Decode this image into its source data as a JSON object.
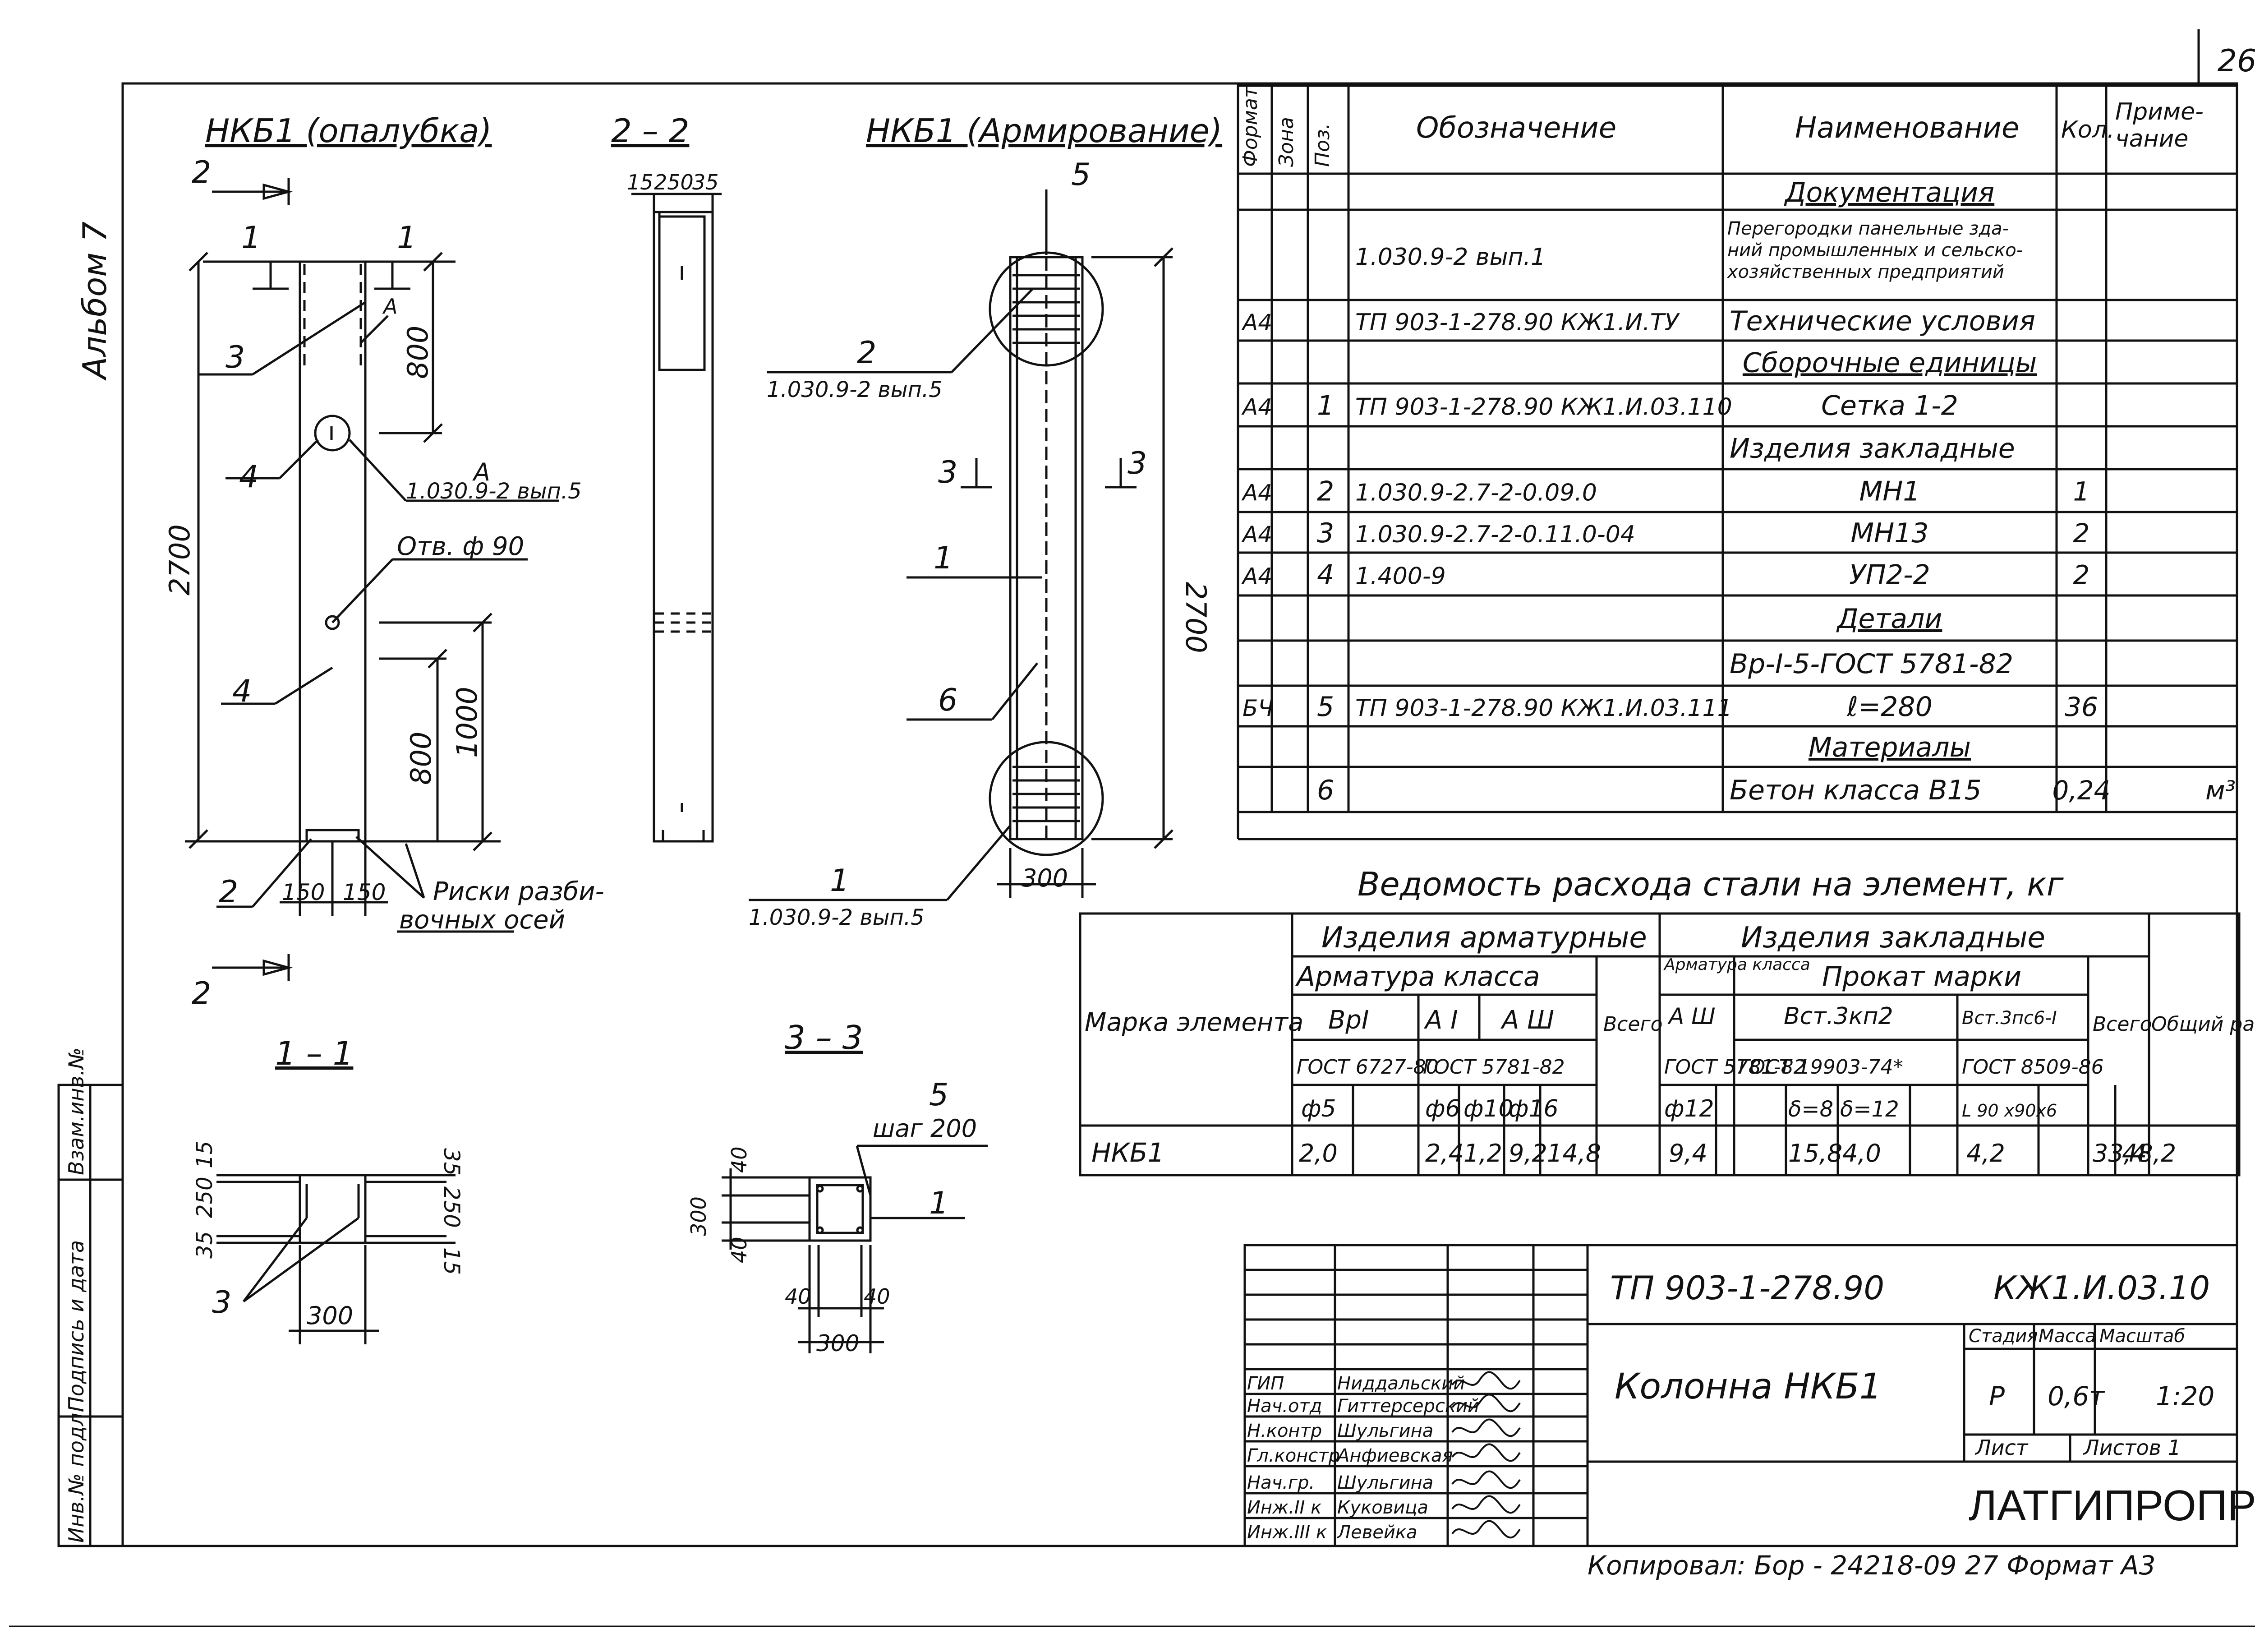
{
  "page_number": "26",
  "album": "Альбом 7",
  "views": {
    "formwork_title": "НКБ1 (опалубка)",
    "section22_title": "2  –  2",
    "reinforcement_title": "НКБ1 (Армирование)",
    "section11_title": "1 – 1",
    "section33_title": "3 – 3"
  },
  "formwork": {
    "cut2": "2",
    "cut1": "1",
    "height": "2700",
    "dim800_top": "800",
    "dim800": "800",
    "dim1000": "1000",
    "dim150a": "150",
    "dim150b": "150",
    "label_A": "А",
    "pos3": "3",
    "pos4a": "4",
    "pos4b": "4",
    "pos2": "2",
    "ref_A_letter": "А",
    "ref_A": "1.030.9-2 вып.5",
    "hole": "Отв. ф 90",
    "marks1": "Риски разби-",
    "marks2": "вочных осей"
  },
  "section22": {
    "d15": "15",
    "d250": "250",
    "d35": "35"
  },
  "reinforcement": {
    "pos5": "5",
    "pos2": "2",
    "ref2": "1.030.9-2 вып.5",
    "cut3a": "3",
    "cut3b": "3",
    "pos1a": "1",
    "pos6": "6",
    "height": "2700",
    "width": "300",
    "pos1b": "1",
    "ref1": "1.030.9-2 вып.5"
  },
  "section11": {
    "d15a": "15",
    "d250a": "250",
    "d35a": "35",
    "d35b": "35",
    "d250b": "250",
    "d15b": "15",
    "pos3": "3",
    "width": "300"
  },
  "section33": {
    "pos5": "5",
    "step": "шаг 200",
    "d40a": "40",
    "h300": "300",
    "d40b": "40",
    "pos1": "1",
    "d40c": "40",
    "d40d": "40",
    "width": "300"
  },
  "spec_table": {
    "headers": [
      "Формат",
      "Зона",
      "Поз.",
      "Обозначение",
      "Наименование",
      "Кол.",
      "Приме-\nчание"
    ],
    "rows": [
      {
        "fmt": "",
        "zone": "",
        "pos": "",
        "code": "",
        "name": "Документация",
        "qty": "",
        "note": "",
        "section": true
      },
      {
        "fmt": "",
        "zone": "",
        "pos": "",
        "code": "1.030.9-2  вып.1",
        "name": "Перегородки панельные зда-|ний промышленных и сельско-|хозяйственных предприятий",
        "qty": "",
        "note": ""
      },
      {
        "fmt": "А4",
        "zone": "",
        "pos": "",
        "code": "ТП 903-1-278.90 КЖ1.И.ТУ",
        "name": "Технические условия",
        "qty": "",
        "note": ""
      },
      {
        "fmt": "",
        "zone": "",
        "pos": "",
        "code": "",
        "name": "Сборочные единицы",
        "qty": "",
        "note": "",
        "section": true
      },
      {
        "fmt": "А4",
        "zone": "",
        "pos": "1",
        "code": "ТП 903-1-278.90  КЖ1.И.03.110",
        "name": "Сетка 1-2",
        "qty": "",
        "note": ""
      },
      {
        "fmt": "",
        "zone": "",
        "pos": "",
        "code": "",
        "name": "Изделия закладные",
        "qty": "",
        "note": ""
      },
      {
        "fmt": "А4",
        "zone": "",
        "pos": "2",
        "code": "1.030.9-2.7-2-0.09.0",
        "name": "МН1",
        "qty": "1",
        "note": ""
      },
      {
        "fmt": "А4",
        "zone": "",
        "pos": "3",
        "code": "1.030.9-2.7-2-0.11.0-04",
        "name": "МН13",
        "qty": "2",
        "note": ""
      },
      {
        "fmt": "А4",
        "zone": "",
        "pos": "4",
        "code": "1.400-9",
        "name": "УП2-2",
        "qty": "2",
        "note": ""
      },
      {
        "fmt": "",
        "zone": "",
        "pos": "",
        "code": "",
        "name": "Детали",
        "qty": "",
        "note": "",
        "section": true
      },
      {
        "fmt": "",
        "zone": "",
        "pos": "",
        "code": "",
        "name": "Вр-I-5-ГОСТ 5781-82",
        "qty": "",
        "note": ""
      },
      {
        "fmt": "БЧ",
        "zone": "",
        "pos": "5",
        "code": "ТП 903-1-278.90  КЖ1.И.03.111",
        "name": "ℓ=280",
        "qty": "36",
        "note": ""
      },
      {
        "fmt": "",
        "zone": "",
        "pos": "",
        "code": "",
        "name": "Материалы",
        "qty": "",
        "note": "",
        "section": true
      },
      {
        "fmt": "",
        "zone": "",
        "pos": "6",
        "code": "",
        "name": "Бетон класса В15",
        "qty": "0,24",
        "note": "м³"
      }
    ]
  },
  "steel": {
    "title": "Ведомость расхода стали на элемент, кг",
    "armature_products": "Изделия арматурные",
    "embedded_products": "Изделия закладные",
    "armature_class": "Арматура класса",
    "armature_class2": "Арматура класса",
    "rolled": "Прокат марки",
    "element_mark": "Марка элемента",
    "BpI": "ВрI",
    "AI": "А I",
    "AIII": "А Ш",
    "AIII2": "А Ш",
    "vst3": "Вст.3кп2",
    "vst3ps": "Вст.3пс6-I",
    "total1": "Всего",
    "total2": "Всего",
    "overall": "Общий расход",
    "gost1": "ГОСТ 6727-80",
    "gost2": "ГОСТ 5781-82",
    "gost3": "ГОСТ 5781-82",
    "gost4": "ГОСТ 19903-74*",
    "gost5": "ГОСТ 8509-86",
    "d5": "ф5",
    "d6": "ф6",
    "d10": "ф10",
    "d16": "ф16",
    "d12": "ф12",
    "t8": "δ=8",
    "t12": "δ=12",
    "angle": "L 90 x90x6",
    "mark": "НКБ1",
    "values": [
      "2,0",
      "2,4",
      "1,2",
      "9,2",
      "14,8",
      "9,4",
      "15,8",
      "4,0",
      "4,2",
      "33,4",
      "48,2"
    ]
  },
  "title_block": {
    "doc_code": "ТП 903-1-278.90",
    "sheet_code": "КЖ1.И.03.10",
    "title": "Колонна НКБ1",
    "stage_label": "Стадия",
    "mass_label": "Масса",
    "scale_label": "Масштаб",
    "stage": "Р",
    "mass": "0,6т",
    "scale": "1:20",
    "sheet_label": "Лист",
    "sheets_label": "Листов 1",
    "org": "ЛАТГИПРОПРОМ",
    "roles": [
      "ГИП",
      "Нач.отд",
      "Н.контр",
      "Гл.констр",
      "Нач.гр.",
      "Инж.II к",
      "Инж.III к"
    ],
    "names": [
      "Ниддальский",
      "Гиттерсерский",
      "Шульгина",
      "Анфиевская",
      "Шульгина",
      "Куковица",
      "Левейка"
    ]
  },
  "side_stamp": {
    "inv": "Инв.№ подл.",
    "sign": "Подпись и дата",
    "replace": "Взам.инв.№"
  },
  "footer": "Копировал: Бор - 24218-09  27   Формат А3"
}
